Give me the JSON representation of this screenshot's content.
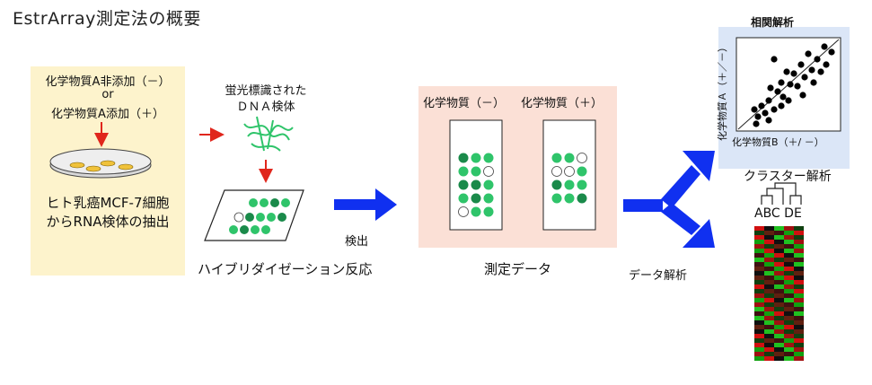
{
  "title": "EstrArray測定法の概要",
  "sample": {
    "line1": "化学物質A非添加（－）",
    "line2": "or",
    "line3": "化学物質A添加（＋）",
    "caption_line1": "ヒト乳癌MCF-7細胞",
    "caption_line2": "からRNA検体の抽出"
  },
  "dna": {
    "line1": "蛍光標識された",
    "line2": "ＤＮＡ検体"
  },
  "hybridization": {
    "label": "ハイブリダイゼーション反応"
  },
  "detect": {
    "label": "検出"
  },
  "measurement": {
    "minus_label": "化学物質（－）",
    "plus_label": "化学物質（＋）",
    "caption": "測定データ"
  },
  "analysis": {
    "label": "データ解析"
  },
  "correlation": {
    "title": "相関解析",
    "ylabel": "化学物質Ａ（＋／－）",
    "xlabel": "化学物質B（＋/ －）"
  },
  "cluster": {
    "title": "クラスター解析",
    "labels": "ABC DE"
  },
  "colors": {
    "arrow_blue": "#1030f0",
    "arrow_red": "#e0261c",
    "dark_green": "#1a8a4a",
    "green": "#2fc46a",
    "light_green": "#7fe0a0"
  }
}
